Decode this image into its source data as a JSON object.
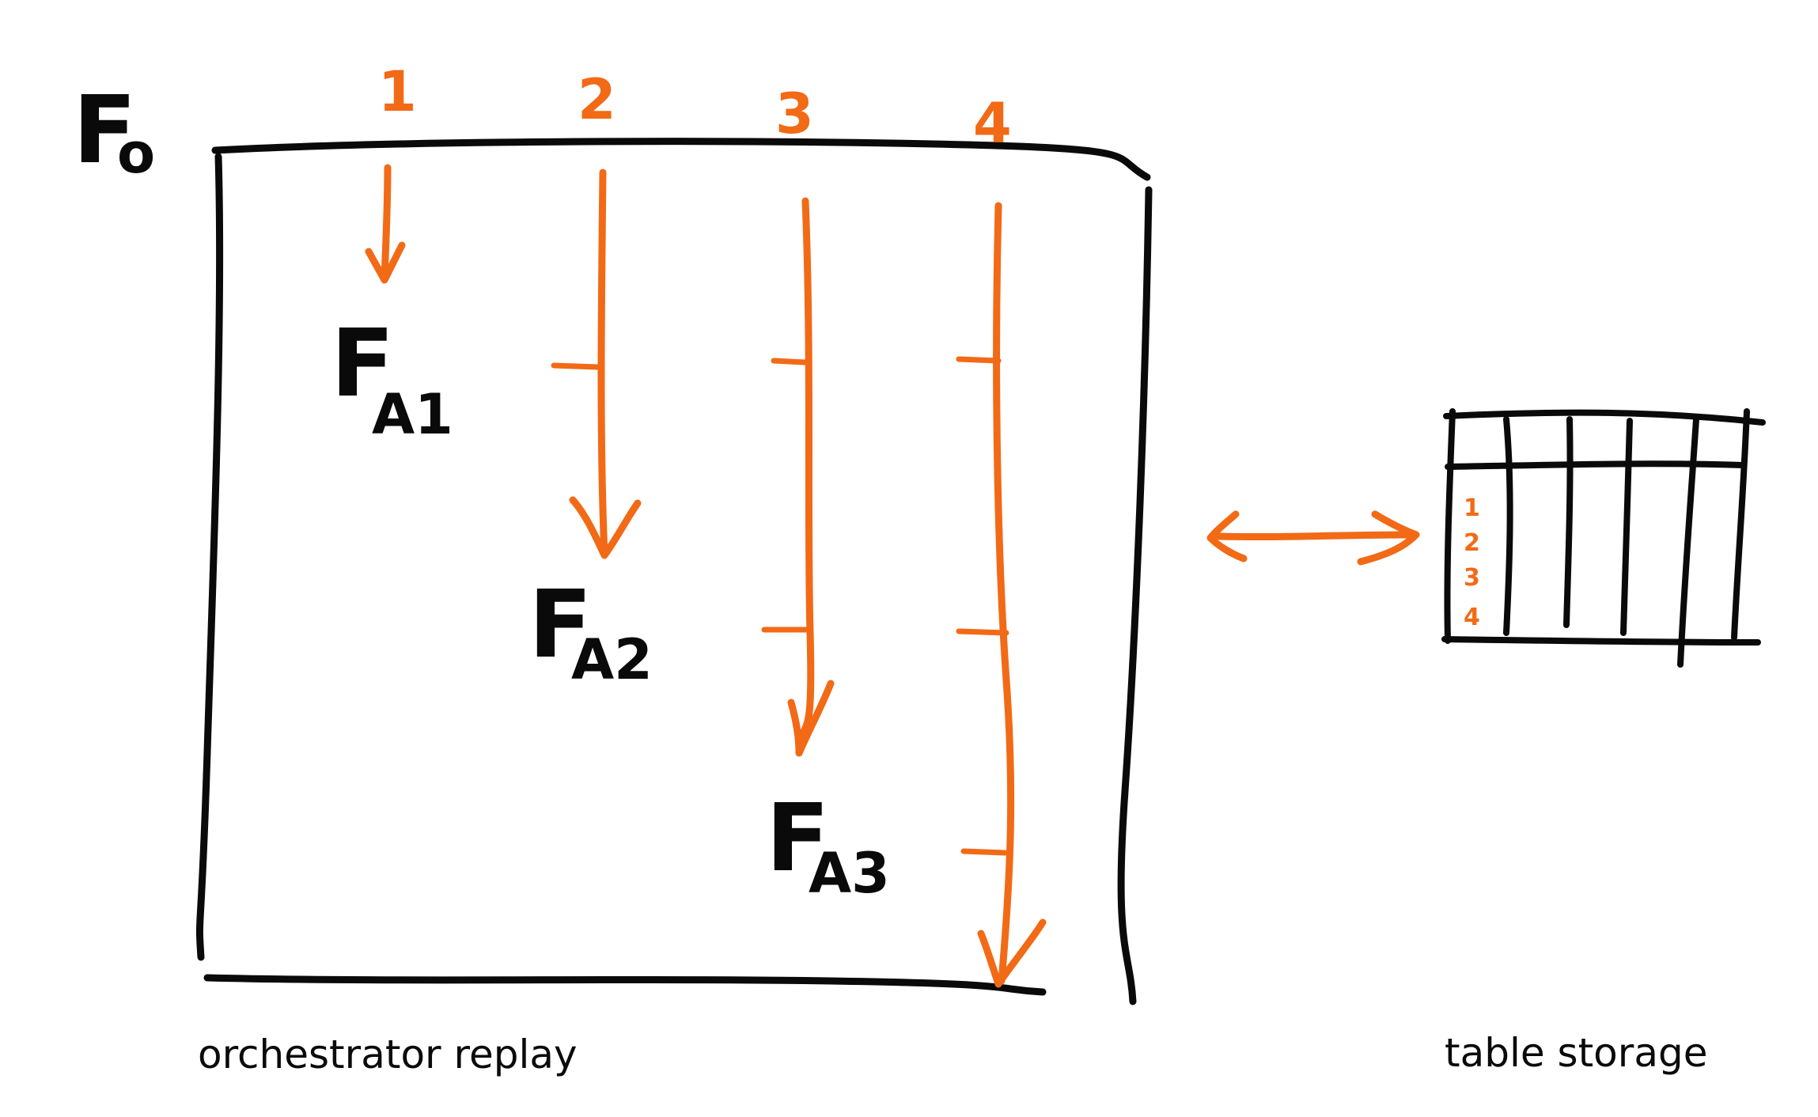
{
  "orchestrator": {
    "main_label": "F",
    "main_sub": "o",
    "step_numbers": [
      "1",
      "2",
      "3",
      "4"
    ],
    "activities": [
      {
        "letter": "F",
        "sub": "A1"
      },
      {
        "letter": "F",
        "sub": "A2"
      },
      {
        "letter": "F",
        "sub": "A3"
      }
    ],
    "caption": "orchestrator replay"
  },
  "storage": {
    "row_numbers": [
      "1",
      "2",
      "3",
      "4"
    ],
    "caption": "table storage"
  },
  "colors": {
    "ink": "#0a0a0a",
    "accent": "#f26a16"
  }
}
